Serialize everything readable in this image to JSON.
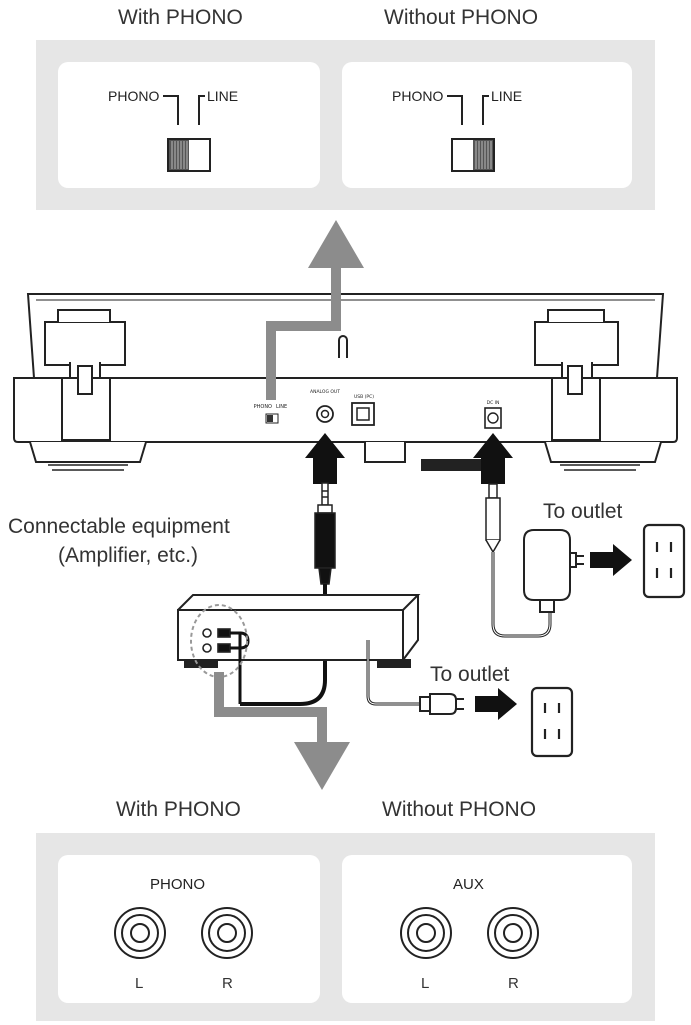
{
  "top": {
    "heading_left": "With PHONO",
    "heading_right": "Without PHONO",
    "left_panel": {
      "phono": "PHONO",
      "line": "LINE",
      "switch_position": "PHONO"
    },
    "right_panel": {
      "phono": "PHONO",
      "line": "LINE",
      "switch_position": "LINE"
    }
  },
  "turntable": {
    "switch_phono": "PHONO",
    "switch_line": "LINE",
    "analog_out": "ANALOG OUT",
    "usb": "USB (PC)",
    "dc_in": "DC IN"
  },
  "callouts": {
    "equipment_line1": "Connectable equipment",
    "equipment_line2": "(Amplifier, etc.)",
    "to_outlet_adapter": "To outlet",
    "to_outlet_amp": "To outlet"
  },
  "bottom": {
    "heading_left": "With PHONO",
    "heading_right": "Without PHONO",
    "left_panel": {
      "title": "PHONO",
      "l": "L",
      "r": "R"
    },
    "right_panel": {
      "title": "AUX",
      "l": "L",
      "r": "R"
    }
  },
  "colors": {
    "band": "#e6e6e6",
    "arrow": "#8c8c8c",
    "line": "#222222"
  }
}
